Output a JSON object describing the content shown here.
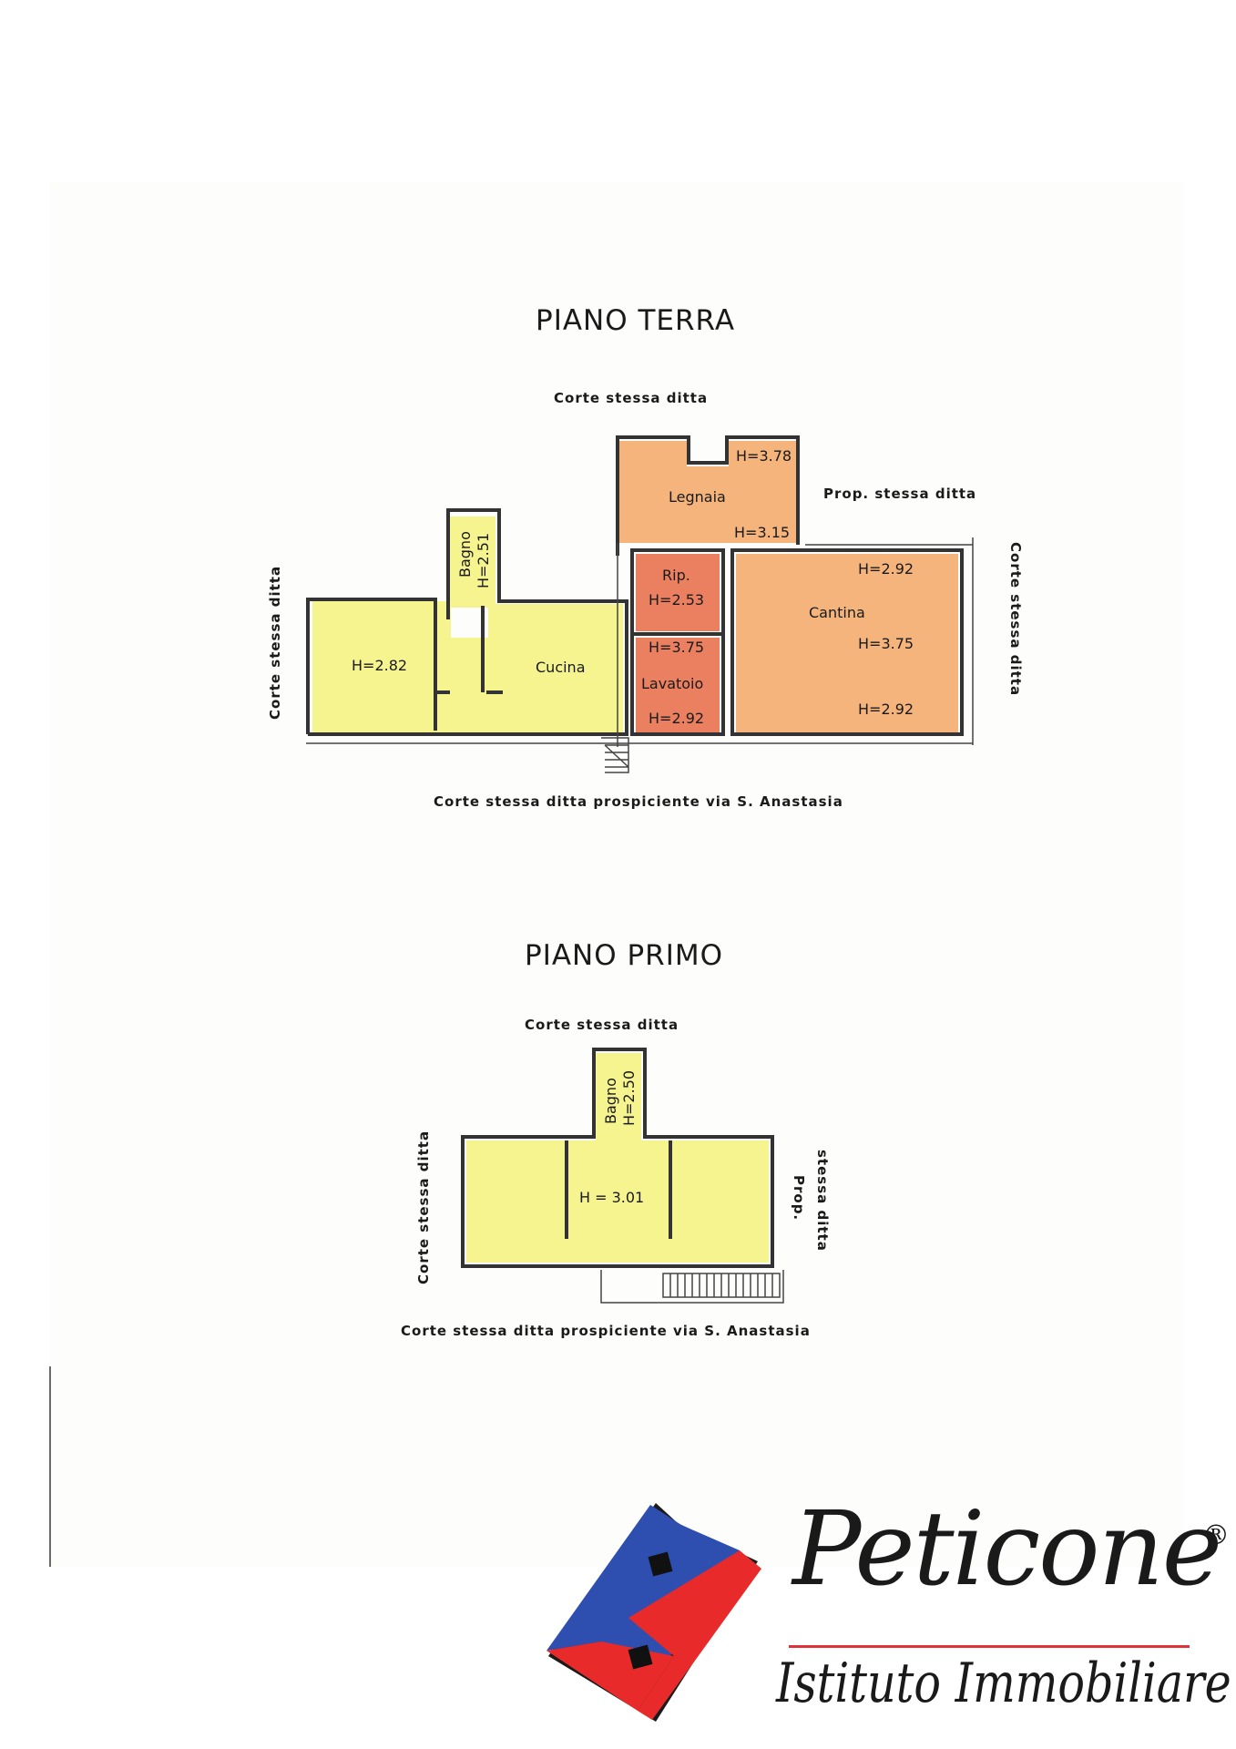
{
  "ground_floor": {
    "title": "PIANO TERRA",
    "context": {
      "north": "Corte stessa ditta",
      "east_top": "Prop. stessa ditta",
      "west": "Corte stessa ditta",
      "east": "Corte stessa ditta",
      "south": "Corte stessa ditta prospiciente via S. Anastasia"
    },
    "rooms": {
      "bagno": "Bagno",
      "bagno_h": "H=2.51",
      "room_left_h": "H=2.82",
      "cucina": "Cucina",
      "legnaia": "Legnaia",
      "legnaia_h_top": "H=3.78",
      "legnaia_h_bottom": "H=3.15",
      "rip": "Rip.",
      "rip_h": "H=2.53",
      "lavatoio": "Lavatoio",
      "lavatoio_h_top": "H=3.75",
      "lavatoio_h_bottom": "H=2.92",
      "cantina": "Cantina",
      "cantina_h_top": "H=2.92",
      "cantina_h_mid": "H=3.75",
      "cantina_h_bottom": "H=2.92"
    }
  },
  "first_floor": {
    "title": "PIANO PRIMO",
    "context": {
      "north": "Corte stessa ditta",
      "west": "Corte stessa ditta",
      "east_line1": "Prop.",
      "east_line2": "stessa ditta",
      "south": "Corte stessa ditta prospiciente via S. Anastasia"
    },
    "rooms": {
      "bagno": "Bagno",
      "bagno_h": "H=2.50",
      "main_h": "H = 3.01"
    }
  },
  "logo": {
    "name": "Peticone",
    "registered": "®",
    "tagline": "Istituto Immobiliare"
  },
  "colors": {
    "yellow_room": "#f6f48f",
    "orange_room": "#f4b47c",
    "red_room": "#ea8060",
    "logo_blue": "#2f4fb0",
    "logo_red": "#e82a2a",
    "logo_line": "#e0313a"
  }
}
